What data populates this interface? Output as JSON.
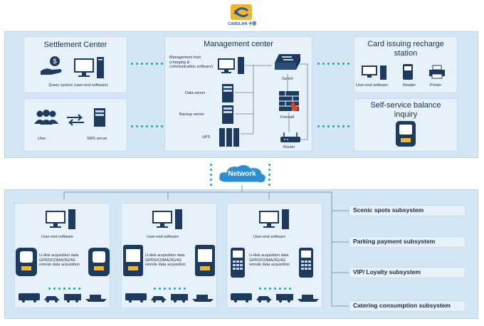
{
  "logo": {
    "text": "CARDLAN 卡德"
  },
  "settlement": {
    "title": "Settlement Center",
    "query_label": "Query system (user-end software)"
  },
  "sms": {
    "user_label": "User",
    "server_label": "SMS server"
  },
  "management": {
    "title": "Management center",
    "host_label": "Management host (charging & communication software)",
    "switch_label": "Switch",
    "data_server_label": "Data server",
    "backup_server_label": "Backup server",
    "firewall_label": "Firewall",
    "ups_label": "UPS",
    "router_label": "Router"
  },
  "card_station": {
    "title": "Card issuing recharge station",
    "user_software_label": "User-end software",
    "reader_label": "Reader",
    "printer_label": "Printer"
  },
  "self_service": {
    "title": "Self-service balance inquiry"
  },
  "network": {
    "label": "Network"
  },
  "subsystems": [
    {
      "label": "Scenic spots subsystem"
    },
    {
      "label": "Parking payment subsystem"
    },
    {
      "label": "VIP/ Loyalty subsystem"
    },
    {
      "label": "Catering consumption subsystem"
    }
  ],
  "terminal_groups": [
    {
      "software_label": "User-end software",
      "acq_label": "U-disk acquisition data GPRS/CDMA/3G/4G remote data acquisition"
    },
    {
      "software_label": "User-end software",
      "acq_label": "U-disk acquisition data GPRS/CDMA/3G/4G remote data acquisition"
    },
    {
      "software_label": "User-end software",
      "acq_label": "U-disk acquisition data GPRS/CDMA/3G/4G remote data acquisition"
    }
  ],
  "colors": {
    "panel": "#d4e6f3",
    "inner": "#e6f1fa",
    "accent": "#1aa4b8",
    "device": "#1d3a5f",
    "network": "#2a8fd0"
  }
}
